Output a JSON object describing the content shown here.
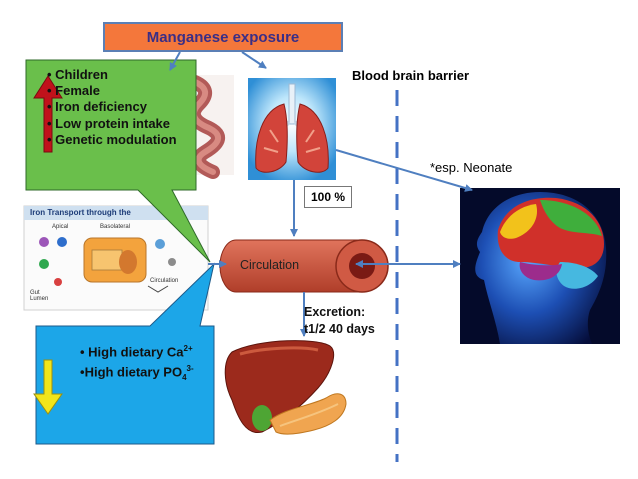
{
  "title": "Manganese exposure",
  "bbb_label": "Blood brain barrier",
  "neonate_label": "*esp. Neonate",
  "percent_label": "100 %",
  "circulation_label": "Circulation",
  "excretion": {
    "line1": "Excretion:",
    "line2": "t1/2 40 days"
  },
  "increase_factors": [
    "Children",
    "Female",
    "Iron deficiency",
    "Low protein intake",
    "Genetic modulation"
  ],
  "decrease_factors": {
    "item1_text": "High dietary Ca",
    "item1_sup": "2+",
    "item2_text": "High dietary PO",
    "item2_sub": "4",
    "item2_sup": "3-"
  },
  "iron_panel": {
    "title": "Iron Transport through the",
    "labels": [
      "Apical",
      "Basolateral",
      "Gut Lumen",
      "Circulation"
    ]
  },
  "colors": {
    "title_fill": "#f4773b",
    "green_callout": "#6abf4b",
    "blue_callout": "#1ca6e8",
    "up_arrow": "#c0121b",
    "down_arrow": "#f2e51a",
    "circulation_fill": "#c8503a",
    "connector": "#4f7fc0",
    "barrier": "#4472c4"
  }
}
